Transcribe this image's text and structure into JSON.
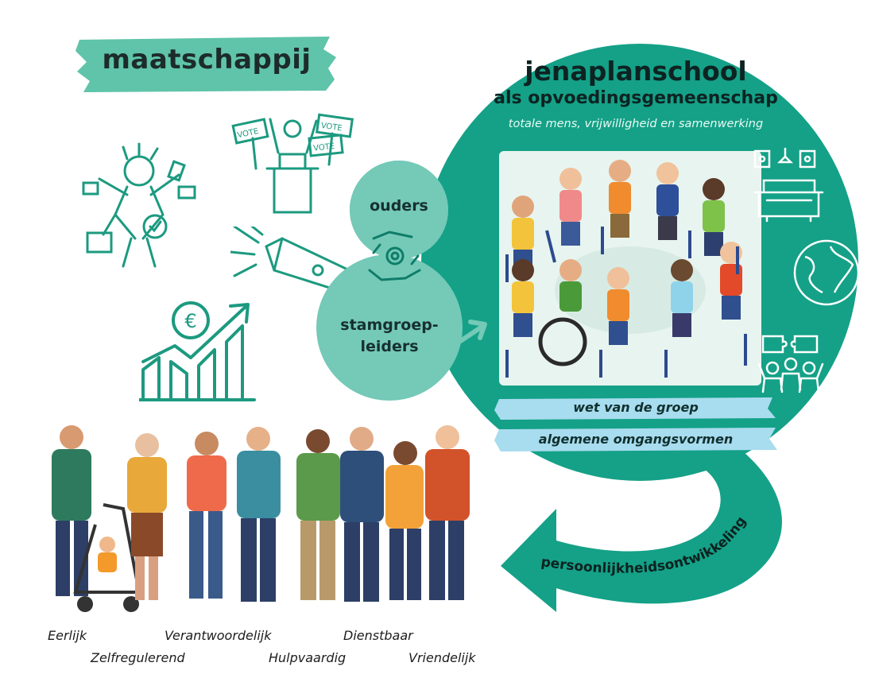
{
  "society": {
    "label": "maatschappij"
  },
  "school": {
    "title": "jenaplanschool",
    "subtitle": "als opvoedingsgemeenschap",
    "tagline": "totale mens, vrijwilligheid en samenwerking"
  },
  "bubbles": {
    "parents": "ouders",
    "leaders_line1": "stamgroep-",
    "leaders_line2": "leiders"
  },
  "bars": {
    "group_law": "wet van de groep",
    "manners": "algemene omgangsvormen"
  },
  "arrow_label": "persoonlijkheidsontwikkeling",
  "traits": {
    "honest": "Eerlijk",
    "self_regulating": "Zelfregulerend",
    "responsible": "Verantwoordelijk",
    "helpful": "Hulpvaardig",
    "serving": "Dienstbaar",
    "friendly": "Vriendelijk"
  },
  "vote_sign": "VOTE",
  "euro_sign": "€",
  "colors": {
    "teal_dark": "#0e9a7f",
    "teal_mid": "#14a187",
    "teal_light": "#74c9b7",
    "mint_banner": "#5fc4a9",
    "sky_bar": "#a8dcef",
    "icon_stroke": "#1c9a80",
    "text_dark": "#1d2b2b"
  },
  "icons": [
    "busy-person-icon",
    "vote-podium-icon",
    "flashlight-icon",
    "euro-growth-chart-icon",
    "handshake-gear-icon",
    "living-room-icon",
    "globe-icon",
    "teamwork-icon"
  ]
}
